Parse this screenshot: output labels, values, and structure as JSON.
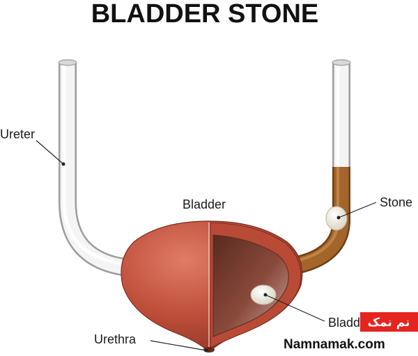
{
  "title": "BLADDER STONE",
  "labels": {
    "ureter": "Ureter",
    "bladder": "Bladder",
    "stone": "Stone",
    "bladder_stone": "Bladder stone",
    "urethra": "Urethra"
  },
  "watermark": {
    "badge": "نم نمک",
    "site": "Namnamak.com"
  },
  "colors": {
    "bladder": "#c0503c",
    "bladder_dark": "#8e3323",
    "cavity": "#6e3529",
    "ureter_white": "#f2f2f2",
    "ureter_brown": "#9a5a22",
    "stone": "#f4f1e6",
    "watermark_red": "#e52520"
  }
}
